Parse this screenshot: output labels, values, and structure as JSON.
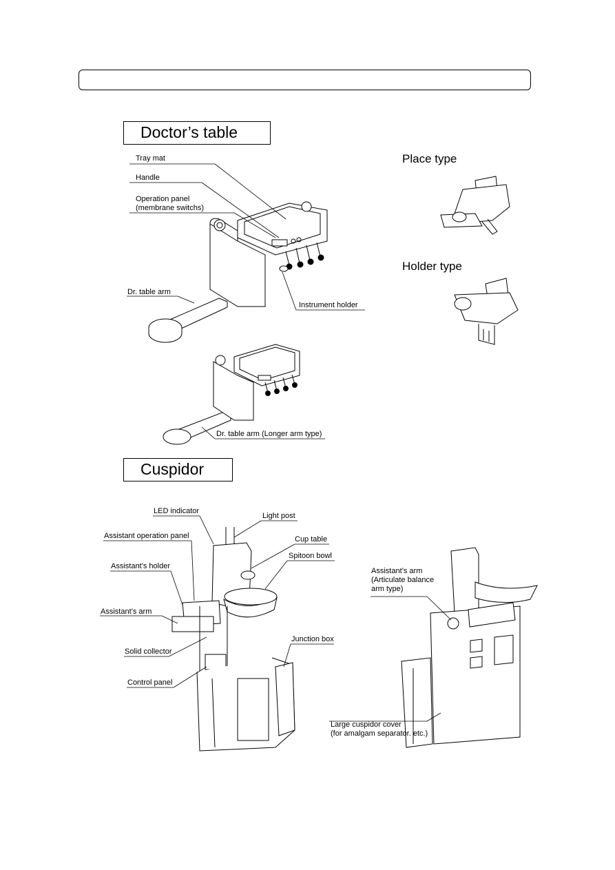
{
  "doctors_table": {
    "title": "Doctor’s table",
    "labels": {
      "tray_mat": "Tray mat",
      "handle": "Handle",
      "operation_panel": "Operation panel\n(membrane switchs)",
      "dr_table_arm": "Dr. table arm",
      "instrument_holder": "Instrument holder",
      "dr_table_arm_longer": "Dr. table arm (Longer arm type)"
    }
  },
  "holder_types": {
    "place_type": "Place type",
    "holder_type": "Holder type"
  },
  "cuspidor": {
    "title": "Cuspidor",
    "labels": {
      "led_indicator": "LED indicator",
      "light_post": "Light post",
      "assistant_operation_panel": "Assistant operation panel",
      "cup_table": "Cup table",
      "spitoon_bowl": "Spitoon bowl",
      "assistants_holder": "Assistant’s holder",
      "assistants_arm": "Assistant’s arm",
      "solid_collector": "Solid collector",
      "junction_box": "Junction box",
      "control_panel": "Control panel",
      "assistants_arm_articulate": "Assistant’s arm\n(Articulate balance\narm type)",
      "large_cuspidor_cover": "Large cuspidor cover\n(for amalgam separator. etc.)"
    }
  }
}
